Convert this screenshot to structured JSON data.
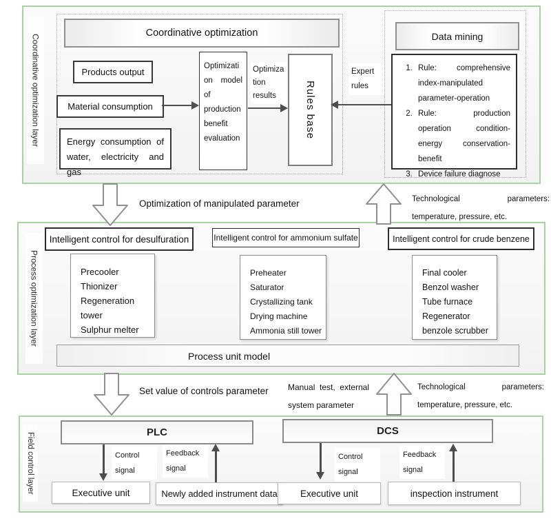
{
  "colors": {
    "layer_border": "#a6d3a0",
    "arrow": "#4d4d4d",
    "dark_box_border": "#383838",
    "gray_box_border": "#8f8f8f"
  },
  "coordinative": {
    "layer_label": "Coordinative optimization layer",
    "header": "Coordinative optimization",
    "products_output": "Products output",
    "material_consumption": "Material consumption",
    "energy_consumption": "Energy consumption of water, electricity and gas",
    "optimization_model": "Optimization model of production benefit evaluation",
    "optimization_results": "Optimization results",
    "rules_base": "Rules base",
    "expert_rules": "Expert rules",
    "data_mining_header": "Data mining",
    "data_mining_rules": [
      "Rule: comprehensive index-manipulated parameter-operation",
      "Rule: production operation condition-energy conservation-benefit",
      "Device failure diagnose"
    ]
  },
  "connectors": {
    "coord_to_process": "Optimization of manipulated parameter",
    "process_to_coord": "Technological parameters: temperature, pressure, etc.",
    "process_to_field": "Set value of controls parameter",
    "manual_test": "Manual test, external system parameter",
    "field_to_process": "Technological parameters: temperature, pressure, etc."
  },
  "process": {
    "layer_label": "Process optimization layer",
    "columns": [
      {
        "header": "Intelligent control for desulfuration",
        "items": [
          "Precooler",
          "Thionizer",
          "Regeneration tower",
          "Sulphur melter"
        ]
      },
      {
        "header": "Intelligent control for ammonium sulfate",
        "items": [
          "Preheater",
          "Saturator",
          "Crystallizing tank",
          "Drying machine",
          "Ammonia still tower"
        ]
      },
      {
        "header": "Intelligent control for crude benzene",
        "items": [
          "Final cooler",
          "Benzol washer",
          "Tube furnace",
          "Regenerator",
          "benzole scrubber"
        ]
      }
    ],
    "footer": "Process unit model"
  },
  "field": {
    "layer_label": "Field control layer",
    "plc": "PLC",
    "dcs": "DCS",
    "control_signal": "Control signal",
    "feedback_signal": "Feedback signal",
    "executive_unit": "Executive unit",
    "newly_added": "Newly added instrument data",
    "inspection_instrument": "inspection instrument"
  }
}
